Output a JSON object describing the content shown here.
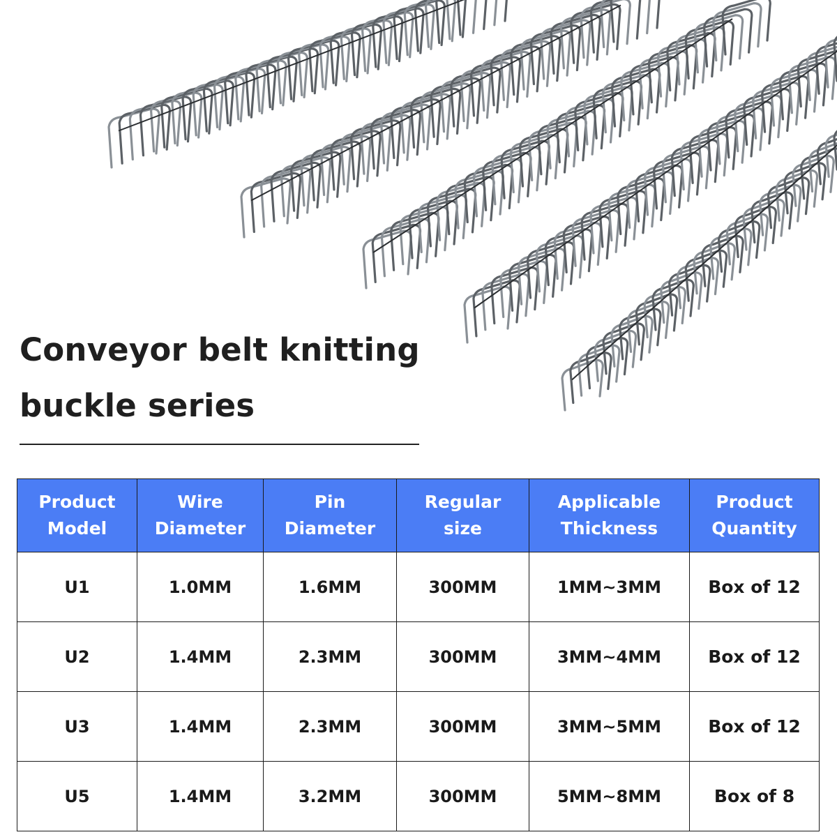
{
  "title_line1": "Conveyor belt knitting",
  "title_line2": "buckle series",
  "table": {
    "headers": [
      [
        "Product",
        "Model"
      ],
      [
        "Wire",
        "Diameter"
      ],
      [
        "Pin",
        "Diameter"
      ],
      [
        "Regular",
        "size"
      ],
      [
        "Applicable",
        "Thickness"
      ],
      [
        "Product",
        "Quantity"
      ]
    ],
    "rows": [
      [
        "U1",
        "1.0MM",
        "1.6MM",
        "300MM",
        "1MM~3MM",
        "Box of 12"
      ],
      [
        "U2",
        "1.4MM",
        "2.3MM",
        "300MM",
        "3MM~4MM",
        "Box of 12"
      ],
      [
        "U3",
        "1.4MM",
        "2.3MM",
        "300MM",
        "3MM~5MM",
        "Box of 12"
      ],
      [
        "U5",
        "1.4MM",
        "3.2MM",
        "300MM",
        "5MM~8MM",
        "Box of 8"
      ]
    ]
  },
  "colors": {
    "header_bg": "#4b7df5",
    "header_text": "#ffffff",
    "body_text": "#1a1a1a",
    "border": "#1a1a1a"
  },
  "product_image": "metal-wire-clip-strips"
}
